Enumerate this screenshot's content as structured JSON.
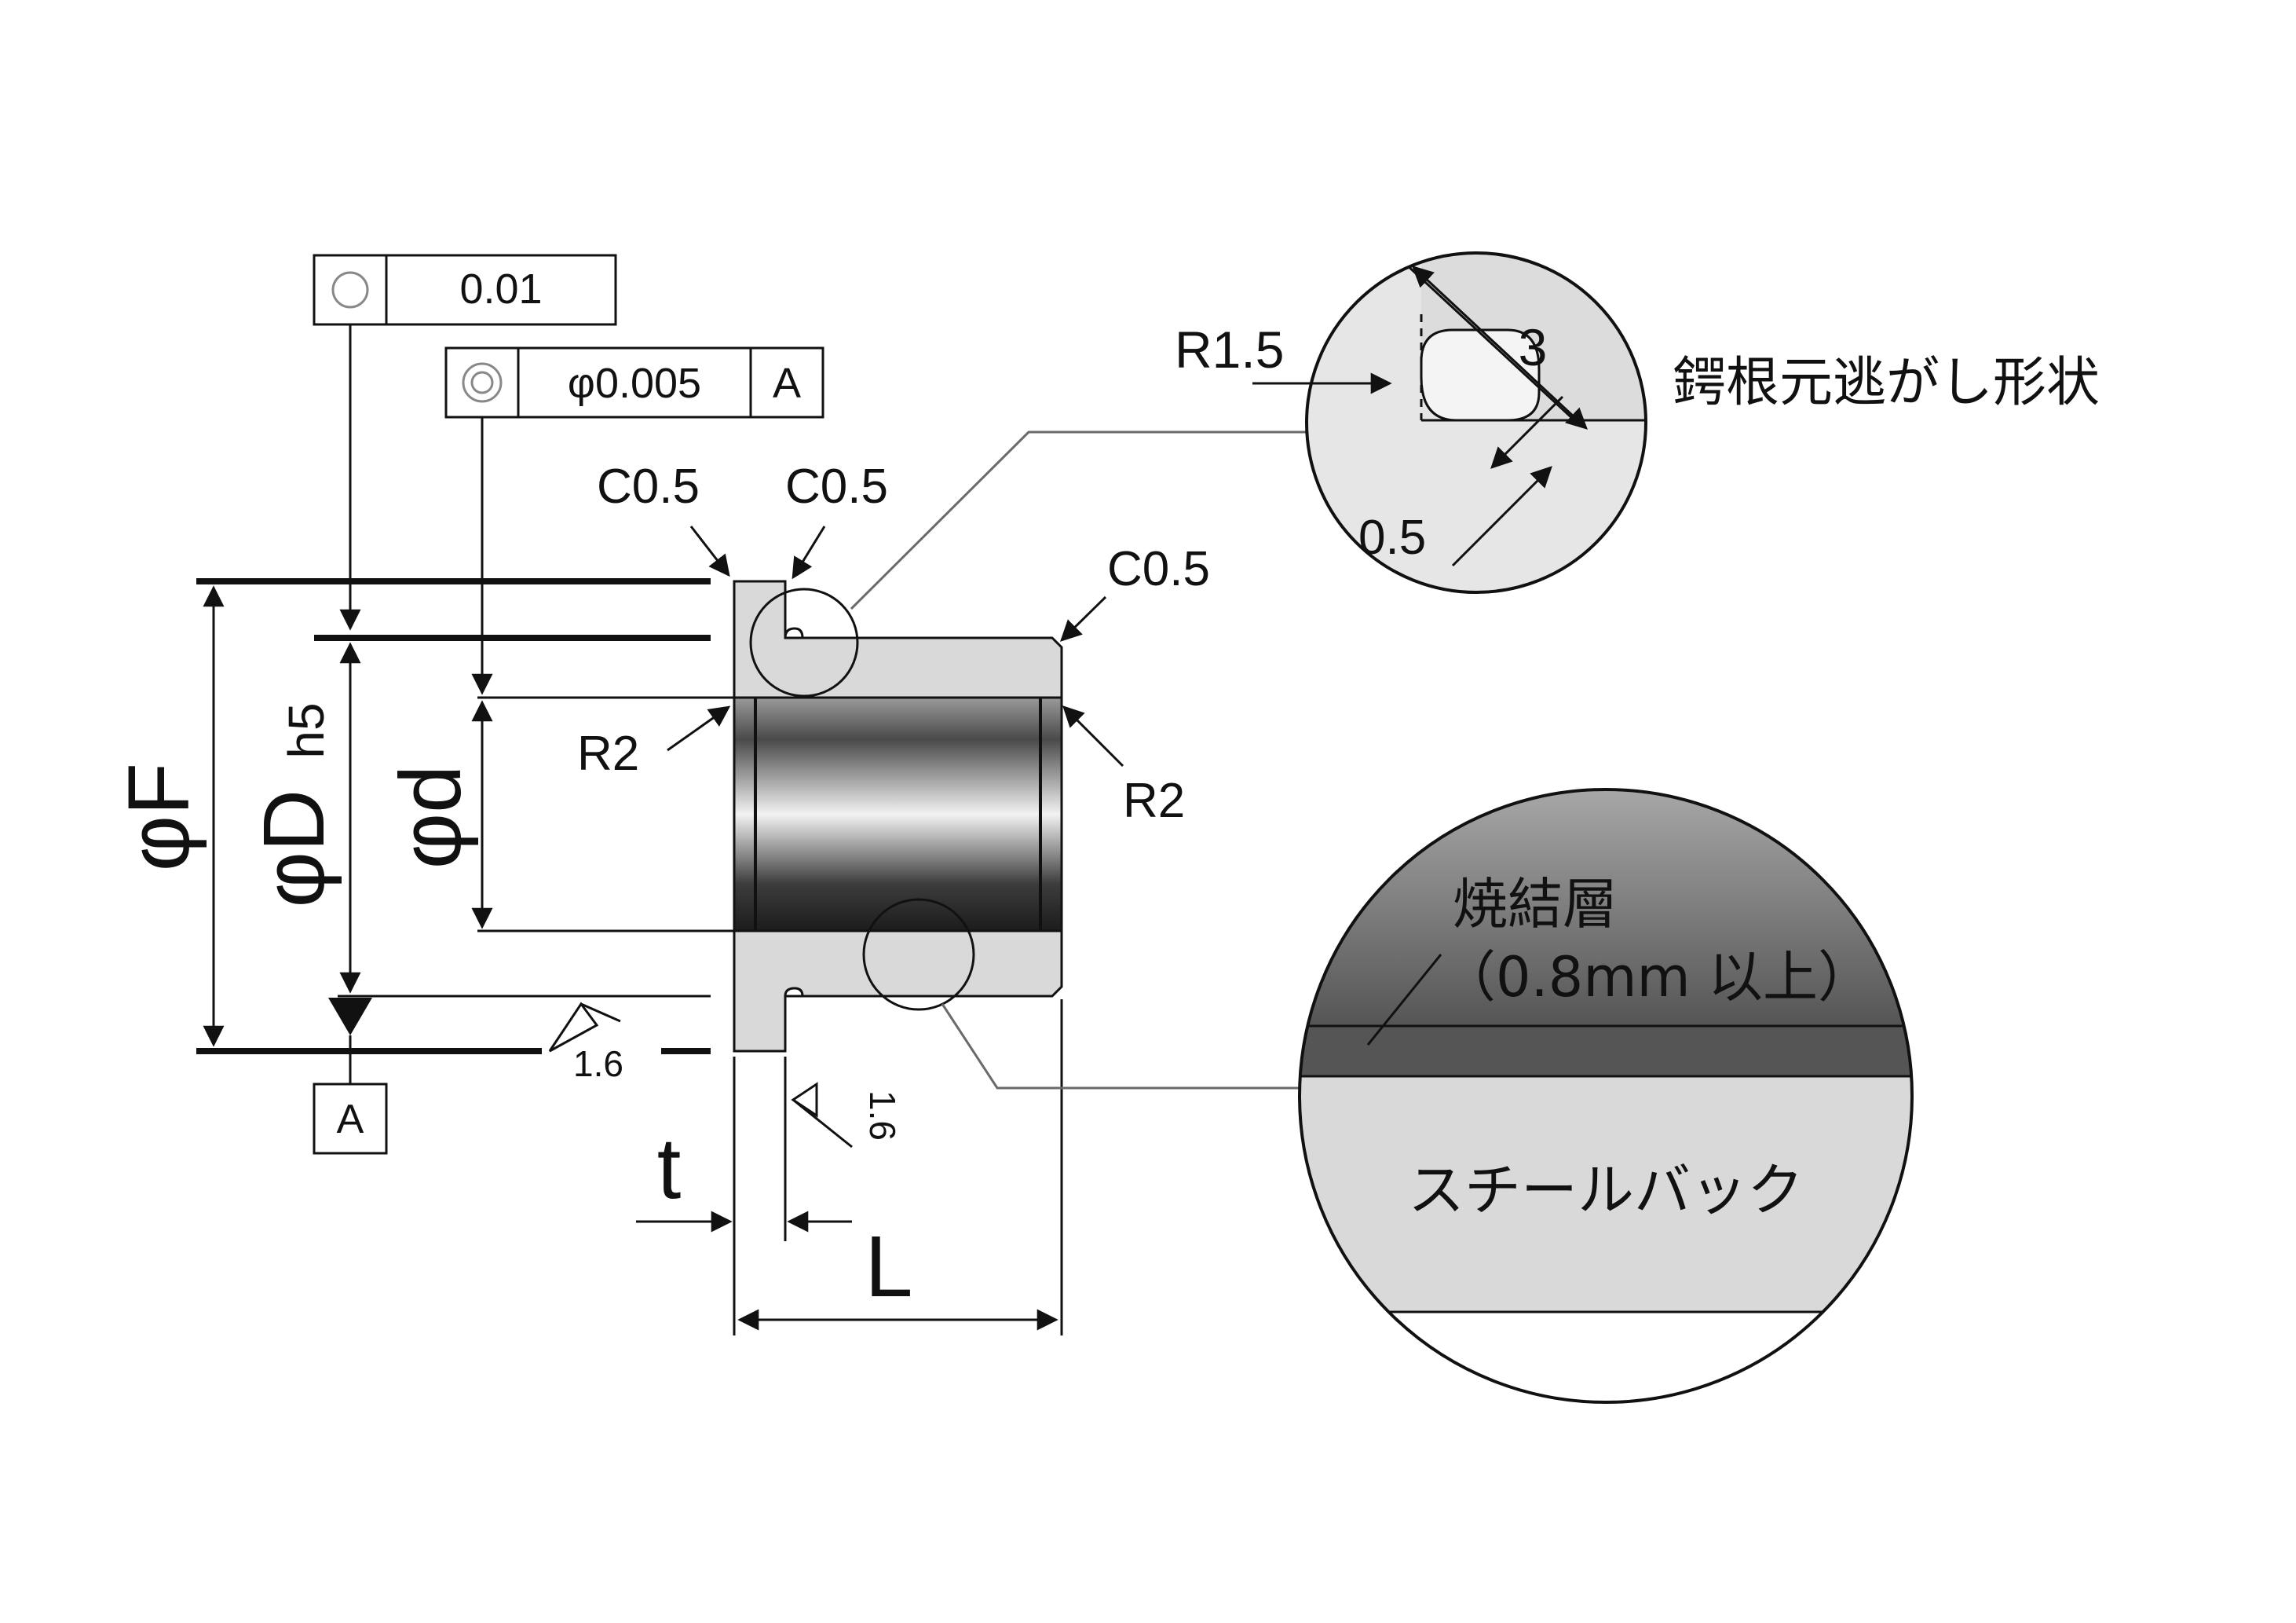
{
  "tolerance": {
    "roundness": {
      "symbol_icon": "circularity-icon",
      "value": "0.01"
    },
    "concentricity": {
      "symbol_icon": "concentricity-icon",
      "value": "φ0.005",
      "datum": "A"
    }
  },
  "datum": {
    "label": "A"
  },
  "dimensions": {
    "phiF": "φF",
    "phiD": "φD",
    "phiD_sub": "h5",
    "phid": "φd",
    "t": "t",
    "L": "L"
  },
  "chamfers": {
    "c_top_left": "C0.5",
    "c_top_mid": "C0.5",
    "c_right": "C0.5"
  },
  "radii": {
    "r_left": "R2",
    "r_right": "R2"
  },
  "surface_finish": {
    "bottom": "1.6",
    "face": "1.6"
  },
  "detail_relief": {
    "radius": "R1.5",
    "depth": "3",
    "offset": "0.5",
    "caption": "鍔根元逃がし形状"
  },
  "detail_layers": {
    "sinter_label": "焼結層",
    "sinter_thickness": "（0.8mm 以上）",
    "steel_label": "スチールバック"
  }
}
